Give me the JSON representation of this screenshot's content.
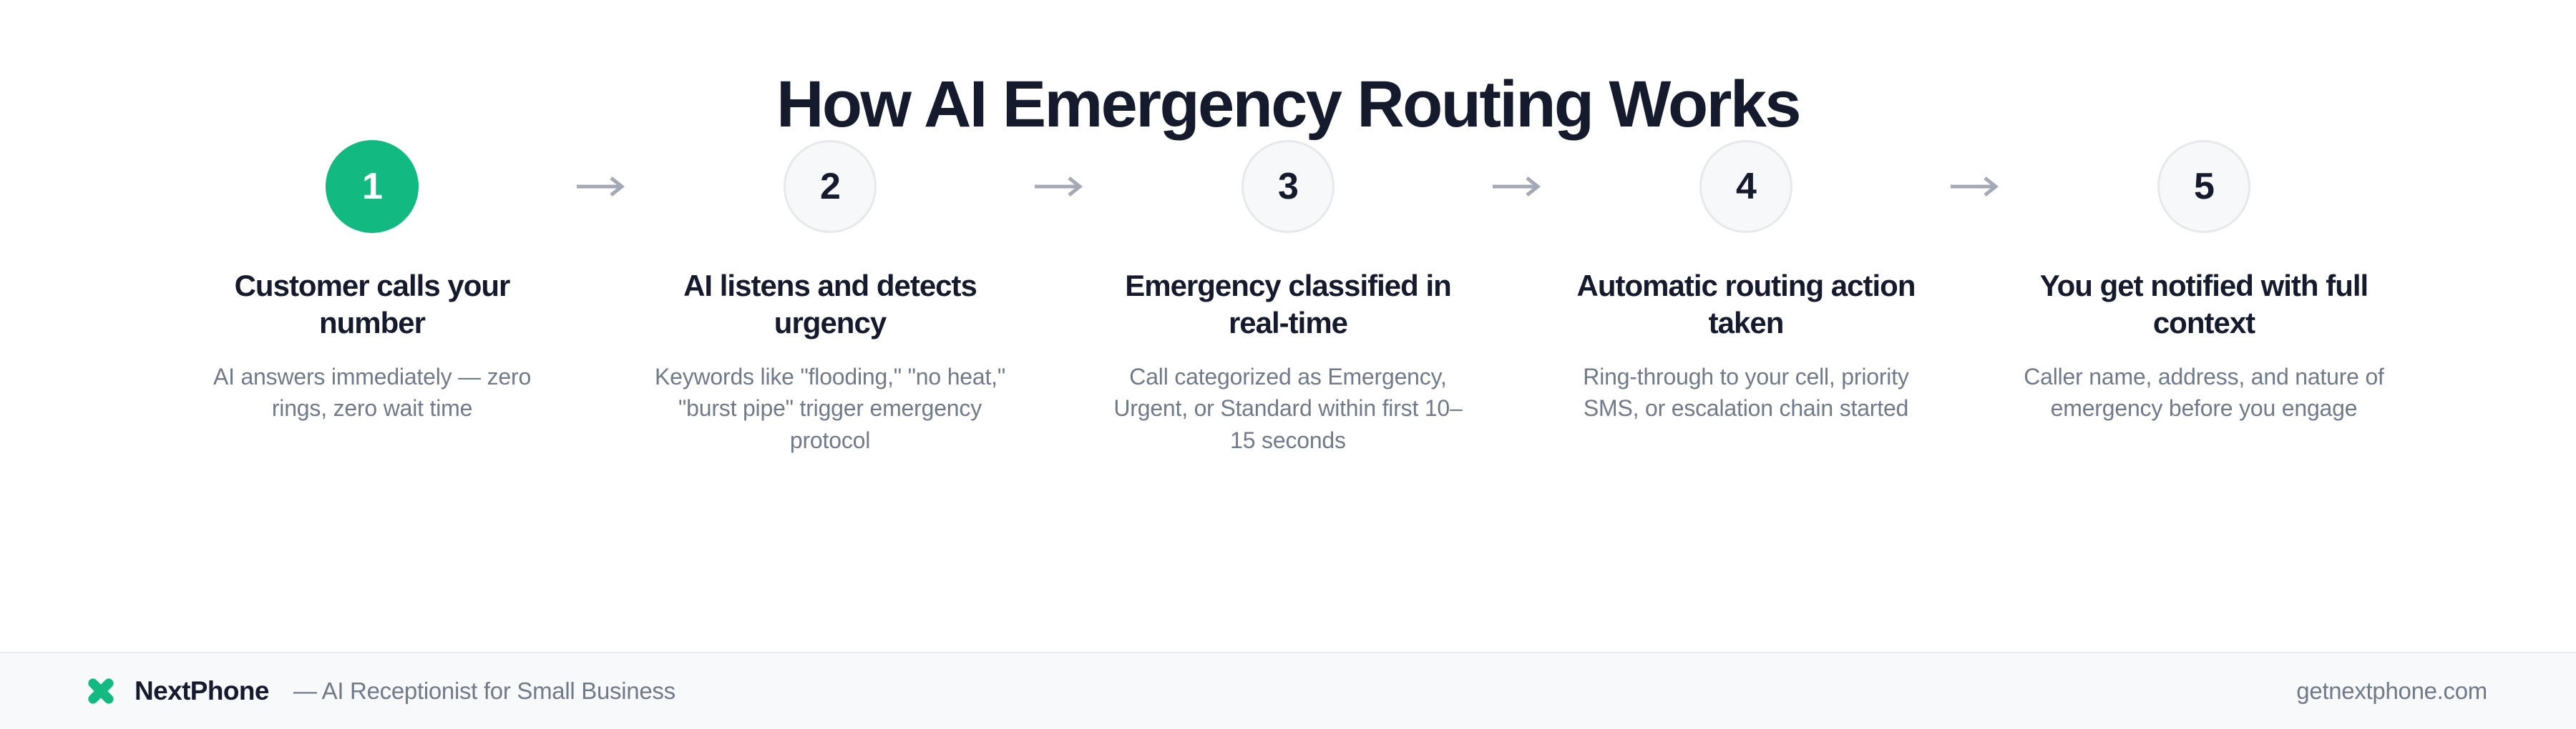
{
  "header": {
    "title": "How AI Emergency Routing Works"
  },
  "steps": [
    {
      "number": "1",
      "active": true,
      "heading": "Customer calls your number",
      "description": "AI answers immediately — zero rings, zero wait time"
    },
    {
      "number": "2",
      "active": false,
      "heading": "AI listens and detects urgency",
      "description": "Keywords like \"flooding,\" \"no heat,\" \"burst pipe\" trigger emergency protocol"
    },
    {
      "number": "3",
      "active": false,
      "heading": "Emergency classified in real-time",
      "description": "Call categorized as Emergency, Urgent, or Standard within first 10–15 seconds"
    },
    {
      "number": "4",
      "active": false,
      "heading": "Automatic routing action taken",
      "description": "Ring-through to your cell, priority SMS, or escalation chain started"
    },
    {
      "number": "5",
      "active": false,
      "heading": "You get notified with full context",
      "description": "Caller name, address, and nature of emergency before you engage"
    }
  ],
  "connector": {
    "icon": "arrow-right-icon",
    "glyph": "→"
  },
  "footer": {
    "logo_icon": "nextphone-x-logo-icon",
    "brand_name": "NextPhone",
    "tagline": "— AI Receptionist for Small Business",
    "url": "getnextphone.com"
  },
  "colors": {
    "accent_green": "#12b981",
    "title_navy": "#151b2d",
    "body_gray": "#707a88",
    "arrow_gray": "#a3aab5",
    "circle_fill": "#f7f8f9",
    "circle_border": "#e6e8eb",
    "footer_bg": "#f8f9fb",
    "footer_border": "#e8eaed",
    "page_bg": "#ffffff"
  }
}
